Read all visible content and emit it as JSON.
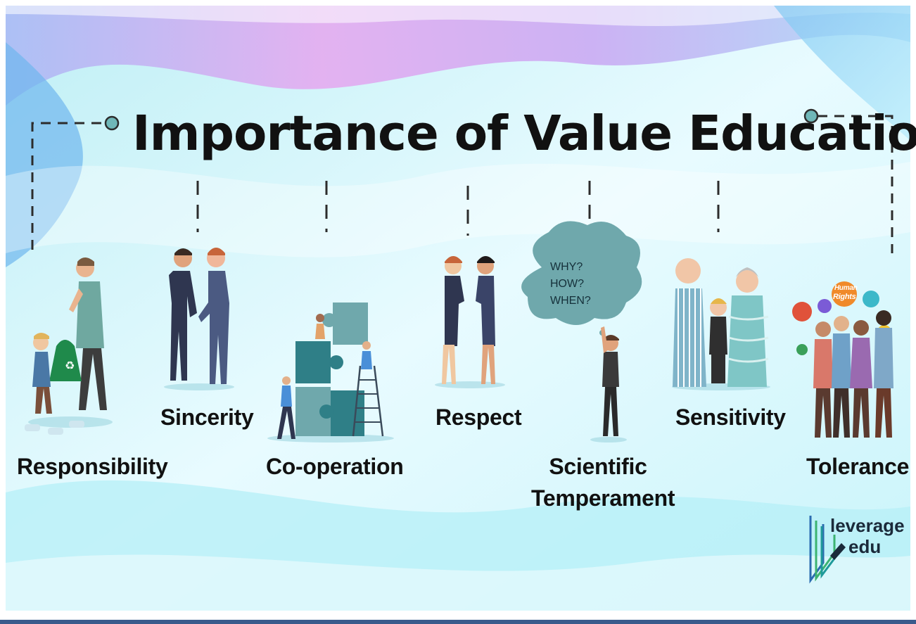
{
  "title": "Importance of Value Education",
  "values": [
    {
      "label": "Responsibility"
    },
    {
      "label": "Sincerity"
    },
    {
      "label": "Co-operation"
    },
    {
      "label": "Respect"
    },
    {
      "label": "Scientific",
      "label2": "Temperament"
    },
    {
      "label": "Sensitivity"
    },
    {
      "label": "Tolerance"
    }
  ],
  "cloud": {
    "line1": "WHY?",
    "line2": "HOW?",
    "line3": "WHEN?"
  },
  "banner": {
    "line1": "Human",
    "line2": "Rights"
  },
  "logo": {
    "line1": "leverage",
    "line2": "edu"
  },
  "colors": {
    "teal": "#6fa8ac",
    "teal_dark": "#2f7f87",
    "connector": "#2c2c2c",
    "title": "#111111",
    "bottom_bar": "#3a5b8c"
  }
}
